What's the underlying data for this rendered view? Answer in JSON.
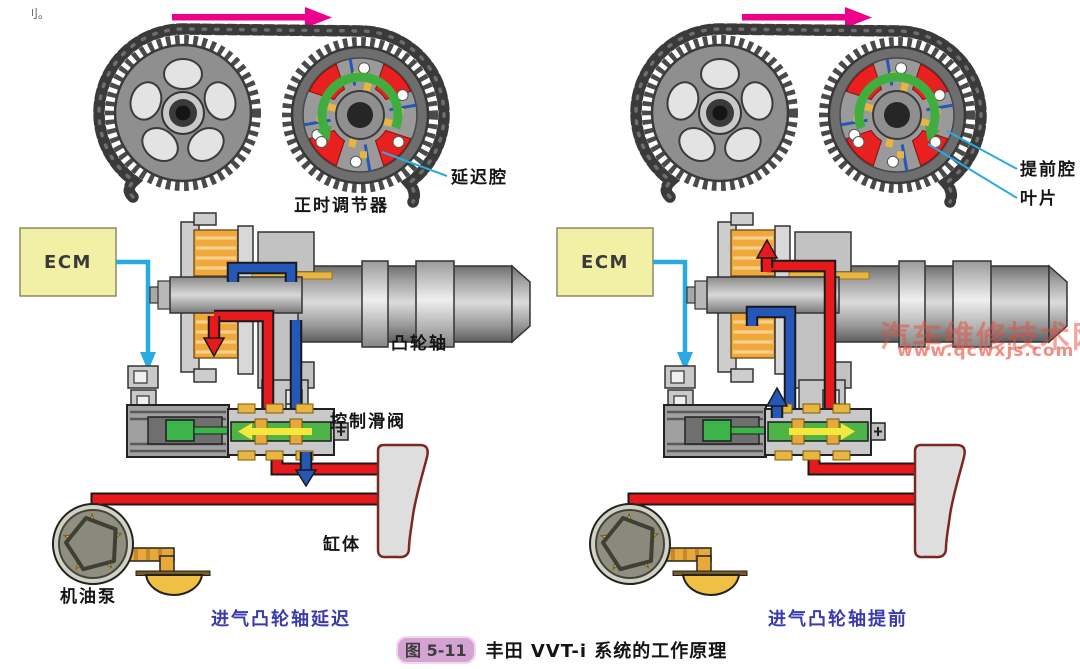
{
  "page": {
    "corner_fragment": "刂。",
    "watermark": {
      "site_name": "汽车维修技术网",
      "site_url": "www.qcwxjs.com"
    },
    "figure_caption": {
      "number": "图 5-11",
      "title": "丰田 VVT-i 系统的工作原理"
    }
  },
  "left_diagram": {
    "ecm_label": "ECM",
    "labels": {
      "retard_chamber": "延迟腔",
      "timing_adjuster": "正时调节器",
      "camshaft": "凸轮轴",
      "control_valve": "控制滑阀",
      "cylinder_block": "缸体",
      "oil_pump": "机油泵"
    },
    "caption": "进气凸轮轴延迟"
  },
  "right_diagram": {
    "ecm_label": "ECM",
    "labels": {
      "advance_chamber": "提前腔",
      "vane": "叶片"
    },
    "caption": "进气凸轮轴提前"
  },
  "colors": {
    "chain_arrow_magenta": "#EC008C",
    "rotation_arrow_green": "#3FAE3F",
    "oil_pressure_red": "#E8191C",
    "oil_return_blue": "#2457B8",
    "signal_cyan": "#29ABE2",
    "ecm_box_yellow": "#F2F0A4",
    "coil_orange": "#F0A83C",
    "valve_green": "#3CB44A",
    "caption_blue": "#3B3BB0",
    "figure_badge_purple": "#D5A3D3",
    "watermark_red": "#E8574A"
  }
}
